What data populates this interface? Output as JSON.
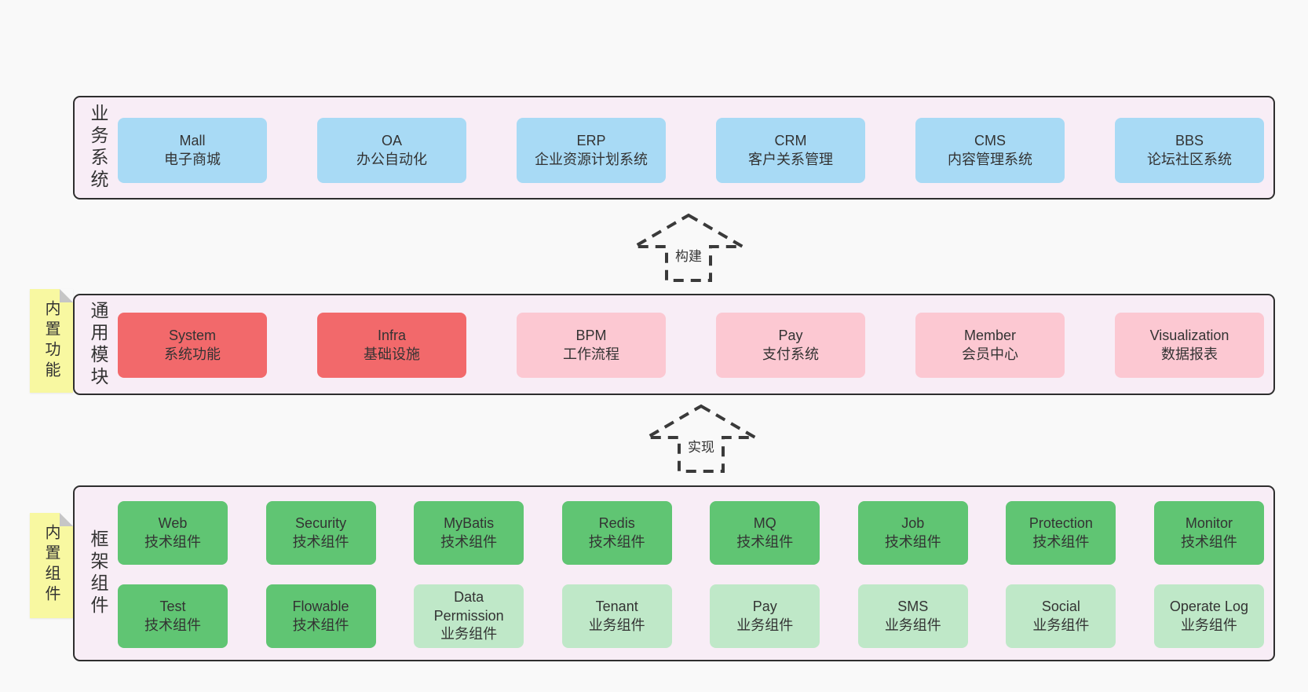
{
  "colors": {
    "page_bg": "#f9f9f9",
    "panel_bg": "#f8edf6",
    "panel_border": "#2e2e2e",
    "system_box_blue": "#a8daf5",
    "core_module_red": "#f2696b",
    "optional_module_pink": "#fcc8d2",
    "tech_component_green": "#60c573",
    "biz_component_light_green": "#bfe8c8",
    "sticky_yellow": "#f8f8a1",
    "sticky_fold_gray": "#c6c6c6",
    "text": "#333333"
  },
  "layers": [
    {
      "label": "业务系统",
      "sticky": null,
      "rows": [
        [
          {
            "name": "Mall",
            "desc": "电子商城"
          },
          {
            "name": "OA",
            "desc": "办公自动化"
          },
          {
            "name": "ERP",
            "desc": "企业资源计划系统"
          },
          {
            "name": "CRM",
            "desc": "客户关系管理"
          },
          {
            "name": "CMS",
            "desc": "内容管理系统"
          },
          {
            "name": "BBS",
            "desc": "论坛社区系统"
          }
        ]
      ]
    },
    {
      "label": "通用模块",
      "sticky": "内置功能",
      "rows": [
        [
          {
            "name": "System",
            "desc": "系统功能"
          },
          {
            "name": "Infra",
            "desc": "基础设施"
          },
          {
            "name": "BPM",
            "desc": "工作流程"
          },
          {
            "name": "Pay",
            "desc": "支付系统"
          },
          {
            "name": "Member",
            "desc": "会员中心"
          },
          {
            "name": "Visualization",
            "desc": "数据报表"
          }
        ]
      ]
    },
    {
      "label": "框架组件",
      "sticky": "内置组件",
      "rows": [
        [
          {
            "name": "Web",
            "desc": "技术组件"
          },
          {
            "name": "Security",
            "desc": "技术组件"
          },
          {
            "name": "MyBatis",
            "desc": "技术组件"
          },
          {
            "name": "Redis",
            "desc": "技术组件"
          },
          {
            "name": "MQ",
            "desc": "技术组件"
          },
          {
            "name": "Job",
            "desc": "技术组件"
          },
          {
            "name": "Protection",
            "desc": "技术组件"
          },
          {
            "name": "Monitor",
            "desc": "技术组件"
          }
        ],
        [
          {
            "name": "Test",
            "desc": "技术组件"
          },
          {
            "name": "Flowable",
            "desc": "技术组件"
          },
          {
            "name": "Data Permission",
            "desc": "业务组件"
          },
          {
            "name": "Tenant",
            "desc": "业务组件"
          },
          {
            "name": "Pay",
            "desc": "业务组件"
          },
          {
            "name": "SMS",
            "desc": "业务组件"
          },
          {
            "name": "Social",
            "desc": "业务组件"
          },
          {
            "name": "Operate Log",
            "desc": "业务组件"
          }
        ]
      ]
    }
  ],
  "arrows": [
    {
      "label": "构建"
    },
    {
      "label": "实现"
    }
  ]
}
